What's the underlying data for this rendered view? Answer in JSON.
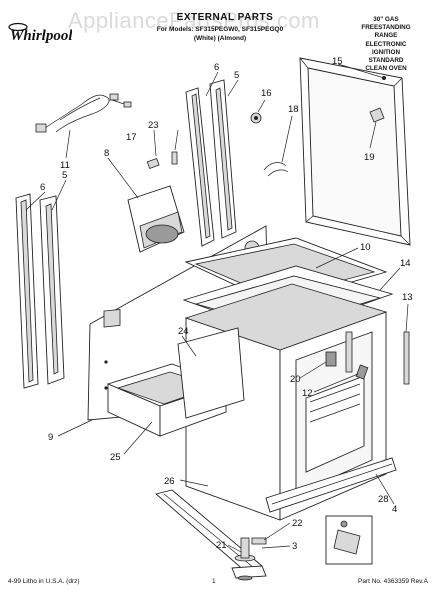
{
  "header": {
    "brand": "Whirlpool",
    "title": "EXTERNAL PARTS",
    "line1": "For Models: SF315PEGW0, SF315PEGQ0",
    "line2": "(White)      (Almond)",
    "right_block": [
      "30\" GAS",
      "FREESTANDING",
      "RANGE",
      "ELECTRONIC",
      "IGNITION",
      "STANDARD",
      "CLEAN OVEN"
    ]
  },
  "watermark": "AppliancePartsPros.com",
  "callouts": [
    "15",
    "6",
    "5",
    "16",
    "23",
    "18",
    "8",
    "17",
    "11",
    "19",
    "6",
    "5",
    "10",
    "14",
    "24",
    "13",
    "20",
    "12",
    "9",
    "25",
    "4",
    "26",
    "28",
    "22",
    "21",
    "3"
  ],
  "footer": {
    "left": "4-99 Litho in U.S.A. (drz)",
    "center": "1",
    "right": "Part No. 4363359 Rev.A"
  },
  "colors": {
    "line": "#222222",
    "background": "#ffffff",
    "shade": "#d9d9d9"
  }
}
